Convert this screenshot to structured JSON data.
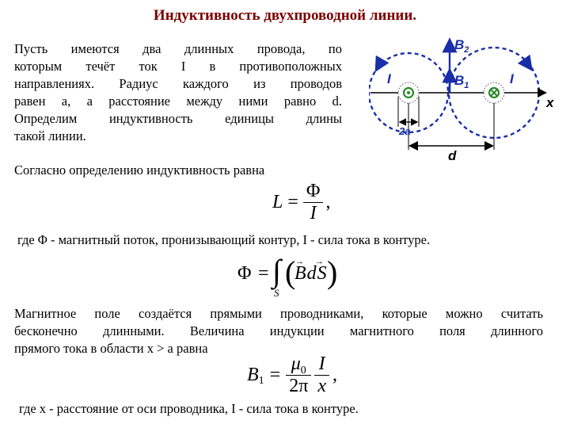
{
  "title": "Индуктивность двухпроводной линии.",
  "intro_lines": [
    "Пусть имеются два длинных провода, по",
    "которым течёт ток I в противоположных",
    "направлениях. Радиус каждого из проводов",
    "равен a, а расстояние между ними равно d.",
    "Определим индуктивность единицы длины",
    "такой линии."
  ],
  "definition_text": "Согласно определению индуктивность равна",
  "formula_L": {
    "lhs": "L",
    "eq": "=",
    "num": "Φ",
    "den": "I",
    "tail": ","
  },
  "flux_text": "где Φ - магнитный поток, пронизывающий контур,  I - сила тока в контуре.",
  "formula_flux": {
    "lhs": "Φ",
    "eq": "=",
    "int_sub": "S",
    "body": "BdS"
  },
  "field_lines": [
    "Магнитное поле создаётся прямыми проводниками, которые можно считать",
    "бесконечно длинными. Величина индукции магнитного поля длинного",
    "прямого тока в области x > a равна"
  ],
  "formula_B": {
    "lhs": "B",
    "lhs_sub": "1",
    "eq": "=",
    "num1": "μ",
    "num1_sub": "0",
    "den1": "2π",
    "num2": "I",
    "den2": "x",
    "tail": ","
  },
  "x_text": "где x - расстояние от оси проводника,  I - сила тока в контуре.",
  "diagram": {
    "label_B2": "B",
    "label_B2_sub": "2",
    "label_B1": "B",
    "label_B1_sub": "1",
    "label_I_left": "I",
    "label_I_right": "I",
    "label_x": "x",
    "label_2a": "2a",
    "label_d": "d",
    "colors": {
      "field_line": "#1a2ea8",
      "wire": "#2a8a2a",
      "label": "#1a2ea8",
      "axis": "#000000"
    }
  }
}
